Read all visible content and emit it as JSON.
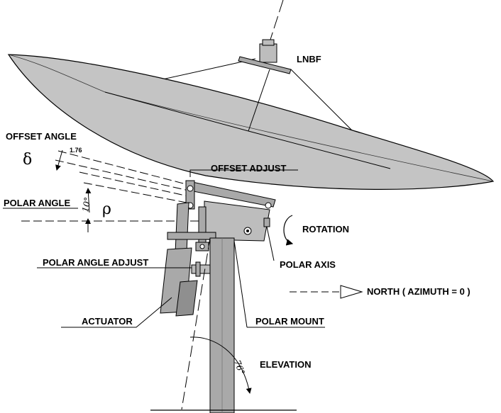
{
  "labels": {
    "lnbf": "LNBF",
    "offset_angle": "OFFSET ANGLE",
    "offset_value": "1.76",
    "delta": "δ",
    "offset_adjust": "OFFSET ADJUST",
    "polar_angle": "POLAR ANGLE",
    "polar_angle_value": "10°",
    "rho": "ρ",
    "rotation": "ROTATION",
    "polar_angle_adjust": "POLAR ANGLE ADJUST",
    "polar_axis": "POLAR AXIS",
    "north": "NORTH ( AZIMUTH = 0 )",
    "actuator": "ACTUATOR",
    "polar_mount": "POLAR MOUNT",
    "elevation_value": "76°",
    "elevation": "ELEVATION"
  },
  "colors": {
    "dish_fill": "#c4c4c4",
    "metal_fill": "#a9a9a9",
    "metal_dark": "#8f8f8f",
    "line": "#000000",
    "background": "#ffffff"
  }
}
